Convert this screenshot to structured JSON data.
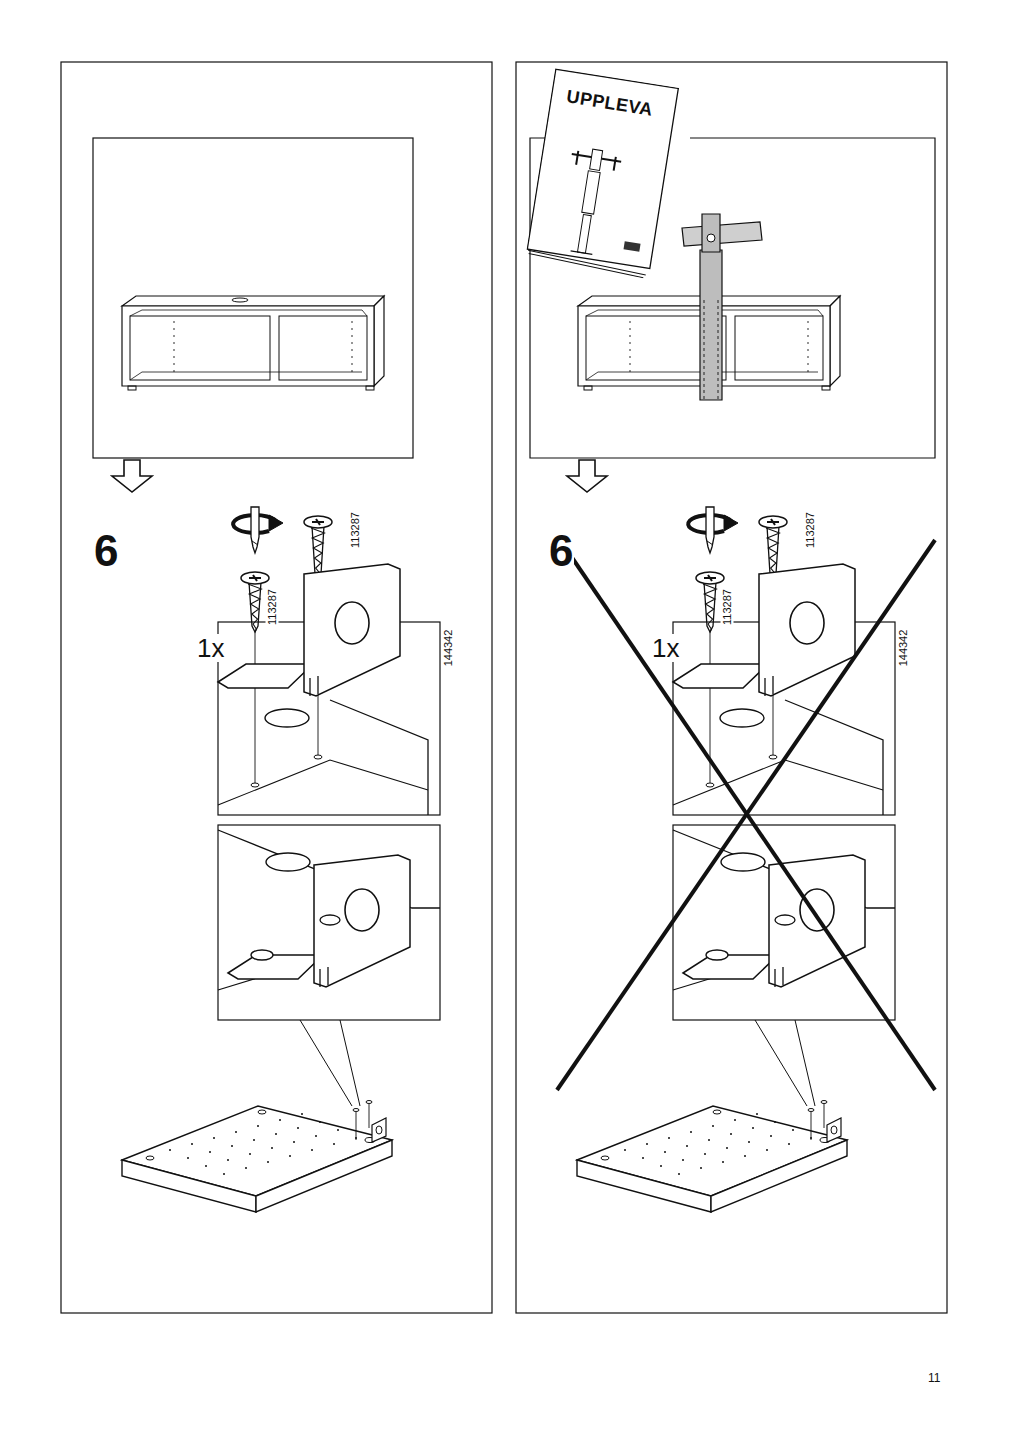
{
  "diagram": {
    "nodes": [
      {
        "text": [
          "UPPLEVA"
        ]
      }
    ],
    "labels": [
      "6",
      "113287",
      "113287",
      "1x",
      "144342",
      "6",
      "113287",
      "113287",
      "1x",
      "144342",
      "11"
    ]
  }
}
